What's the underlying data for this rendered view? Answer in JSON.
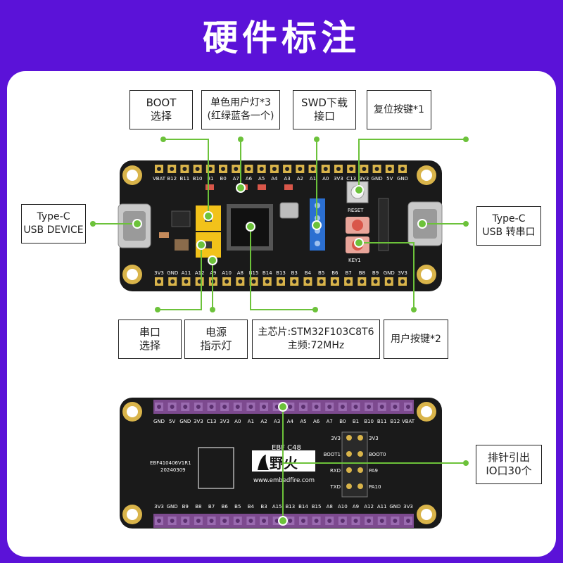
{
  "title": "硬件标注",
  "labels": {
    "boot": [
      "BOOT",
      "选择"
    ],
    "led": [
      "单色用户灯*3",
      "(红绿蓝各一个)"
    ],
    "swd": [
      "SWD下载",
      "接口"
    ],
    "reset": [
      "复位按键*1"
    ],
    "usb_device": [
      "Type-C",
      "USB DEVICE"
    ],
    "usb_serial": [
      "Type-C",
      "USB 转串口"
    ],
    "serial_select": [
      "串口",
      "选择"
    ],
    "power_led": [
      "电源",
      "指示灯"
    ],
    "mcu": [
      "主芯片:STM32F103C8T6",
      "主频:72MHz"
    ],
    "user_key": [
      "用户按键*2"
    ],
    "header": [
      "排针引出",
      "IO口30个"
    ]
  },
  "board_top": {
    "top_pins": [
      "VBAT",
      "B12",
      "B11",
      "B10",
      "B1",
      "B0",
      "A7",
      "A6",
      "A5",
      "A4",
      "A3",
      "A2",
      "A1",
      "A0",
      "3V3",
      "C13",
      "3V3",
      "GND",
      "5V",
      "GND"
    ],
    "bottom_pins": [
      "3V3",
      "GND",
      "A11",
      "A12",
      "A9",
      "A10",
      "A8",
      "B15",
      "B14",
      "B13",
      "B3",
      "B4",
      "B5",
      "B6",
      "B7",
      "B8",
      "B9",
      "GND",
      "3V3"
    ],
    "silk_reset": "RESET",
    "silk_key": "KEY1"
  },
  "board_bottom": {
    "top_pins": [
      "GND",
      "5V",
      "GND",
      "3V3",
      "C13",
      "3V3",
      "A0",
      "A1",
      "A2",
      "A3",
      "A4",
      "A5",
      "A6",
      "A7",
      "B0",
      "B1",
      "B10",
      "B11",
      "B12",
      "VBAT"
    ],
    "bottom_pins": [
      "3V3",
      "GND",
      "B9",
      "B8",
      "B7",
      "B6",
      "B5",
      "B4",
      "B3",
      "A15",
      "B13",
      "B14",
      "B15",
      "A8",
      "A10",
      "A9",
      "A12",
      "A11",
      "GND",
      "3V3"
    ],
    "model": "EBF410406V1R1",
    "date": "20240309",
    "name": "EBF C48",
    "brand": "野火",
    "site": "www.embedfire.com",
    "mid_left": [
      "3V3",
      "BOOT1",
      "RXD",
      "TXD"
    ],
    "mid_right": [
      "3V3",
      "BOOT0",
      "PA9",
      "PA10"
    ]
  },
  "colors": {
    "background": "#5b12d8",
    "panel": "#ffffff",
    "pcb": "#1a1a1a",
    "pointer": "#6cc23a",
    "gold": "#d9b44a",
    "header_pins": "#7d4a8f"
  }
}
